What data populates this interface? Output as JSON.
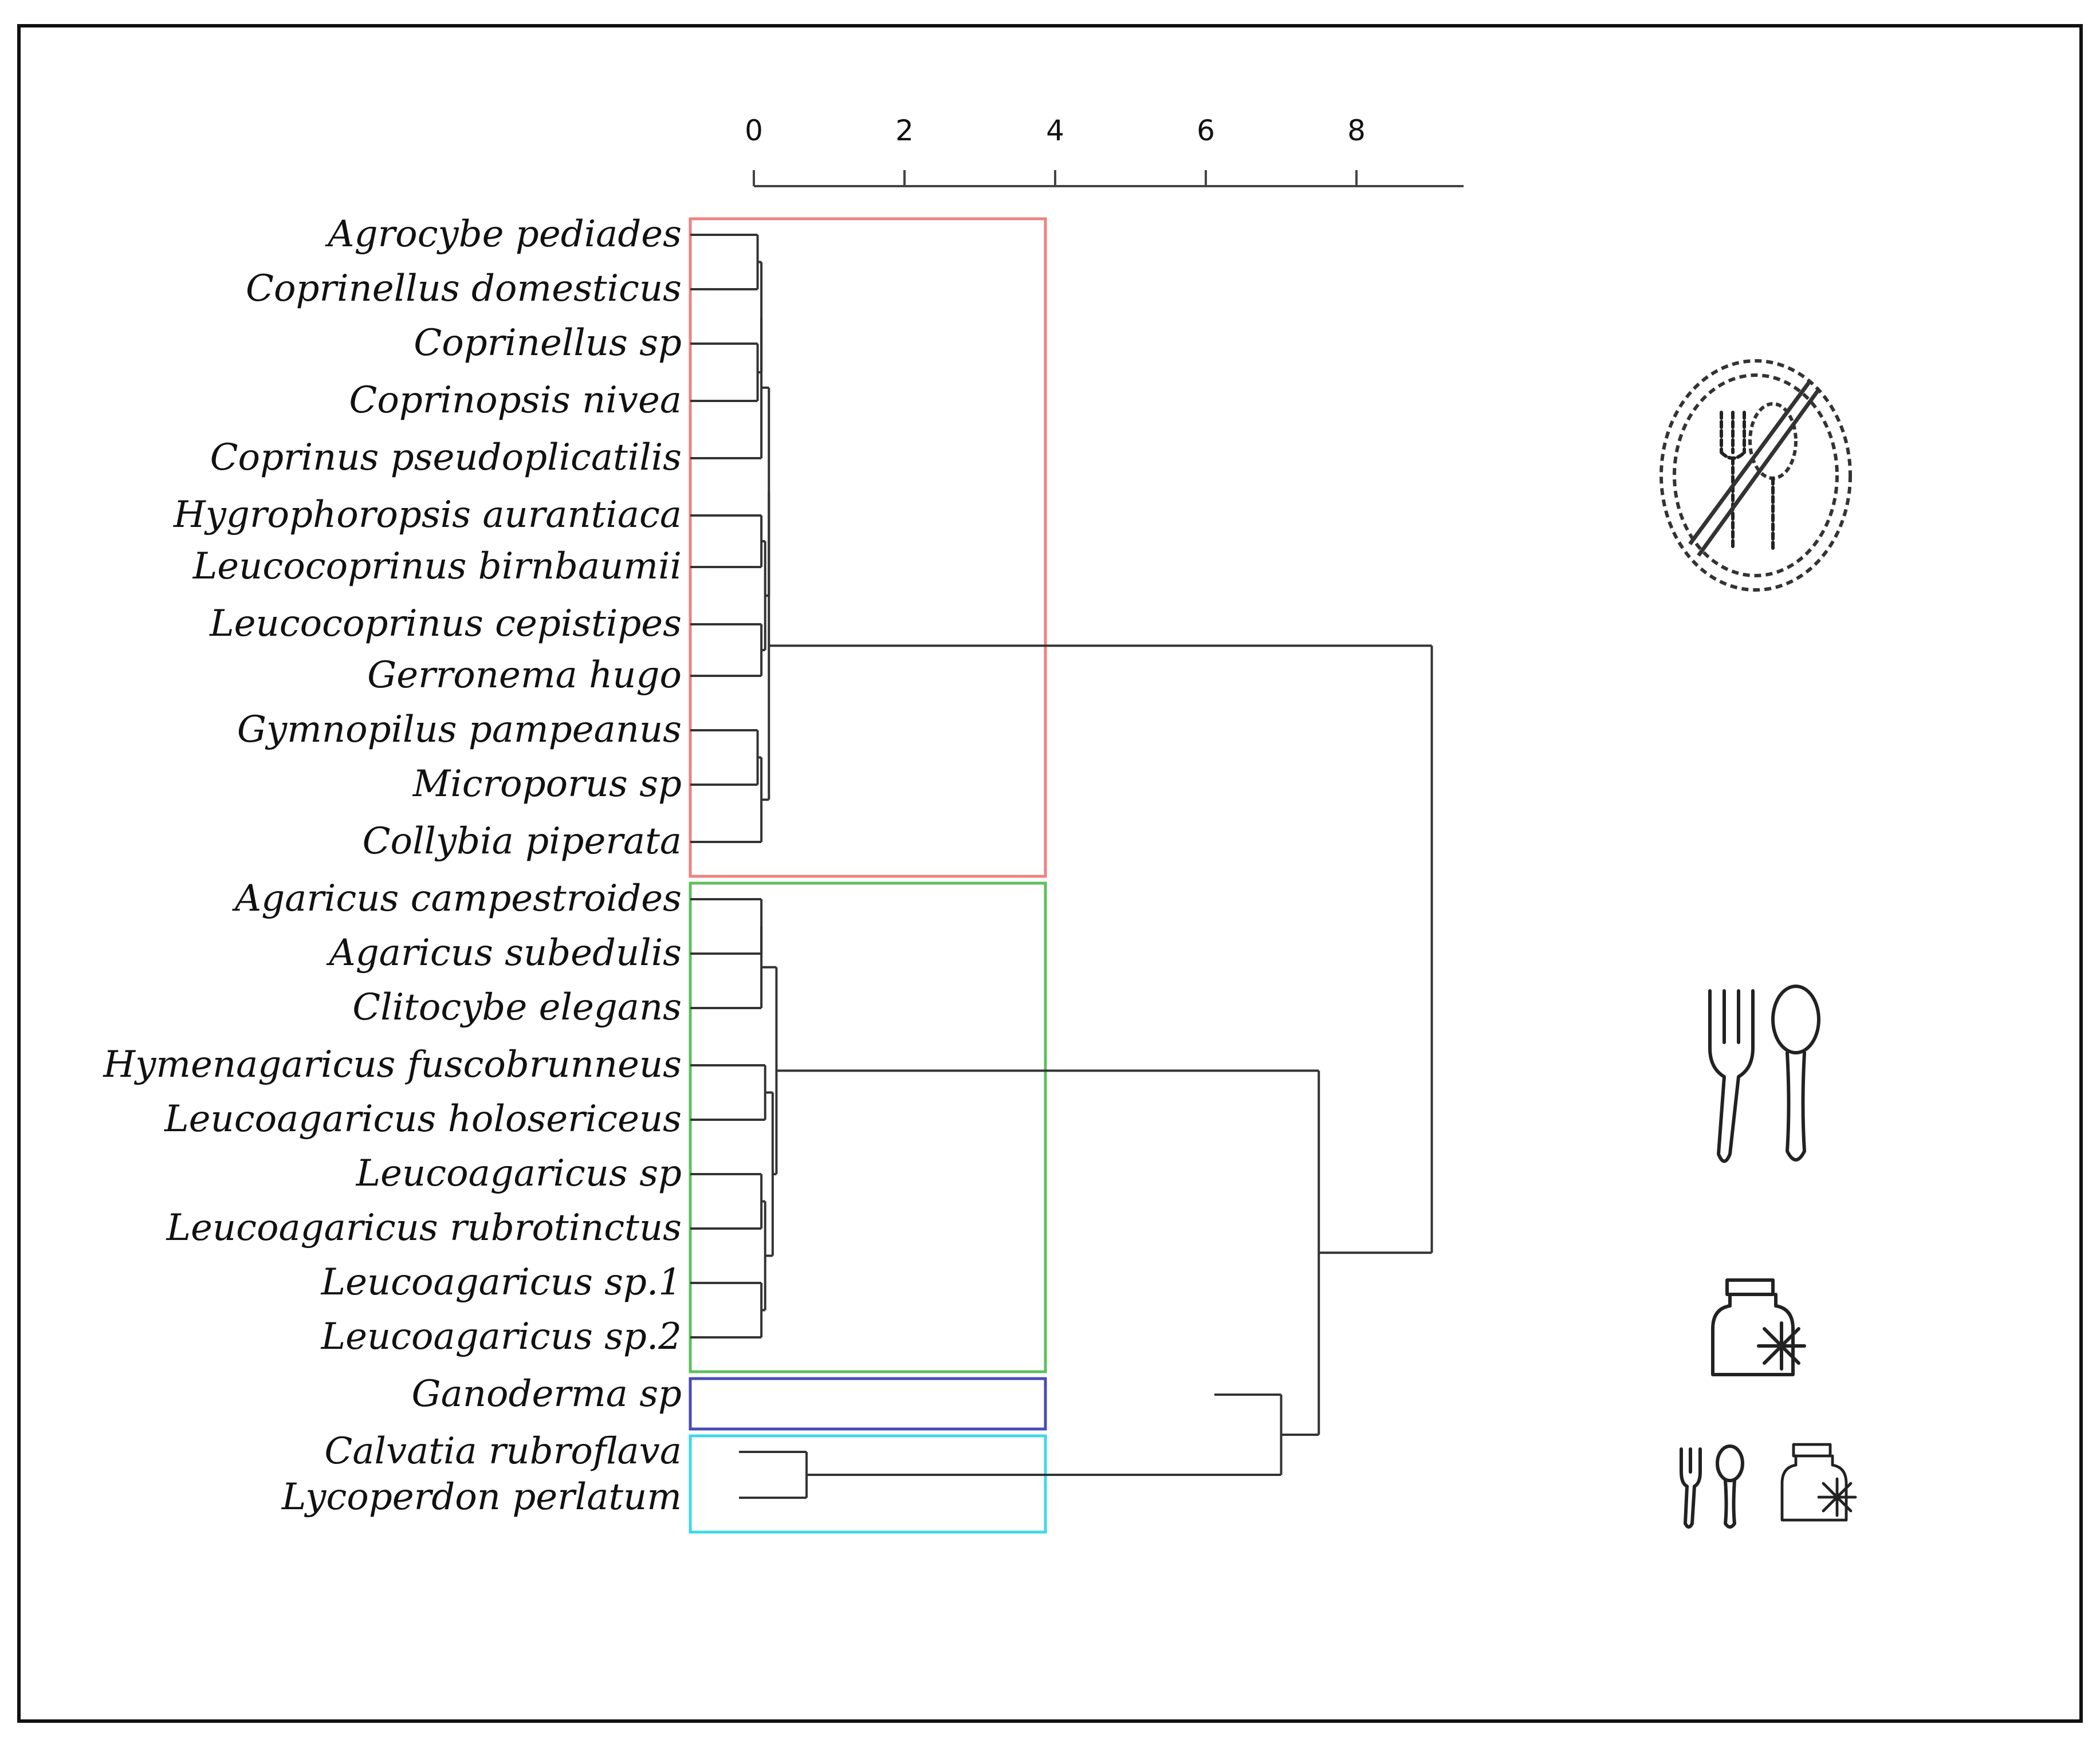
{
  "axis": {
    "ticks": [
      "0",
      "2",
      "4",
      "6",
      "8"
    ]
  },
  "taxa": [
    "Agrocybe pediades",
    "Coprinellus domesticus",
    "Coprinellus sp",
    "Coprinopsis nivea",
    "Coprinus pseudoplicatilis",
    "Hygrophoropsis aurantiaca",
    "Leucocoprinus birnbaumii",
    "Leucocoprinus cepistipes",
    "Gerronema hugo",
    "Gymnopilus pampeanus",
    "Microporus sp",
    "Collybia piperata",
    "Agaricus campestroides",
    "Agaricus subedulis",
    "Clitocybe elegans",
    "Hymenagaricus fuscobrunneus",
    "Leucoagaricus holosericeus",
    "Leucoagaricus sp",
    "Leucoagaricus rubrotinctus",
    "Leucoagaricus sp.1",
    "Leucoagaricus sp.2",
    "Ganoderma sp",
    "Calvatia rubroflava",
    "Lycoperdon perlatum"
  ],
  "clusters": [
    {
      "members": [
        0,
        11
      ],
      "color": "#f08080",
      "icon": "not-edible-icon"
    },
    {
      "members": [
        12,
        20
      ],
      "color": "#5cc15c",
      "icon": "edible-icon"
    },
    {
      "members": [
        21,
        21
      ],
      "color": "#4a4ab8",
      "icon": "medicinal-icon"
    },
    {
      "members": [
        22,
        23
      ],
      "color": "#40d8e8",
      "icon": "edible-and-medicinal-icon"
    }
  ],
  "dendrogram": {
    "leaf_height": 0.1,
    "merges": [
      {
        "a": "L0",
        "b": "L1",
        "h": 0.05
      },
      {
        "a": "L2",
        "b": "L3",
        "h": 0.05
      },
      {
        "a": "L5",
        "b": "L6",
        "h": 0.1
      },
      {
        "a": "L7",
        "b": "L8",
        "h": 0.1
      },
      {
        "a": "L9",
        "b": "L10",
        "h": 0.05
      },
      {
        "a": "L12",
        "b": "L13",
        "h": 0.1
      },
      {
        "a": "L15",
        "b": "L16",
        "h": 0.15
      },
      {
        "a": "L17",
        "b": "L18",
        "h": 0.1
      },
      {
        "a": "L19",
        "b": "L20",
        "h": 0.1
      },
      {
        "a": "L22",
        "b": "L23",
        "h": 0.7
      },
      {
        "a": "M0",
        "b": "M1",
        "h": 0.1
      },
      {
        "a": "M10",
        "b": "L4",
        "h": 0.1
      },
      {
        "a": "M2",
        "b": "M3",
        "h": 0.15
      },
      {
        "a": "M4",
        "b": "L11",
        "h": 0.1
      },
      {
        "a": "M11",
        "b": "M12",
        "h": 0.2
      },
      {
        "a": "M14",
        "b": "M13",
        "h": 0.2
      },
      {
        "a": "M5",
        "b": "L14",
        "h": 0.1
      },
      {
        "a": "M7",
        "b": "M8",
        "h": 0.15
      },
      {
        "a": "M6",
        "b": "M17",
        "h": 0.25
      },
      {
        "a": "M16",
        "b": "M18",
        "h": 0.3
      },
      {
        "a": "L21",
        "b": "M9",
        "h": 7
      },
      {
        "a": "M19",
        "b": "M20",
        "h": 7.5
      },
      {
        "a": "M15",
        "b": "M21",
        "h": 9
      }
    ]
  }
}
